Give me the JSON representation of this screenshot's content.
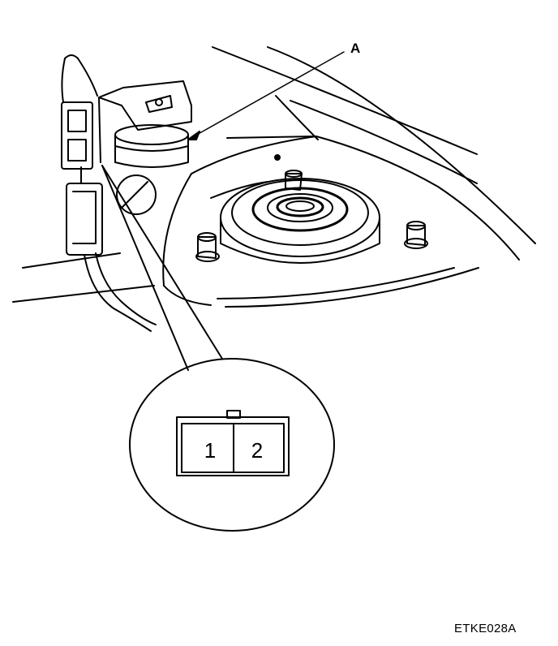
{
  "callout": {
    "label": "A"
  },
  "connector": {
    "pins": [
      "1",
      "2"
    ]
  },
  "figure": {
    "code": "ETKE028A"
  },
  "colors": {
    "line": "#000000",
    "background": "#ffffff"
  },
  "icons": {
    "sensor": "sensor-bracket-icon",
    "harness": "wiring-connector-icon",
    "strut": "strut-mount-icon"
  }
}
